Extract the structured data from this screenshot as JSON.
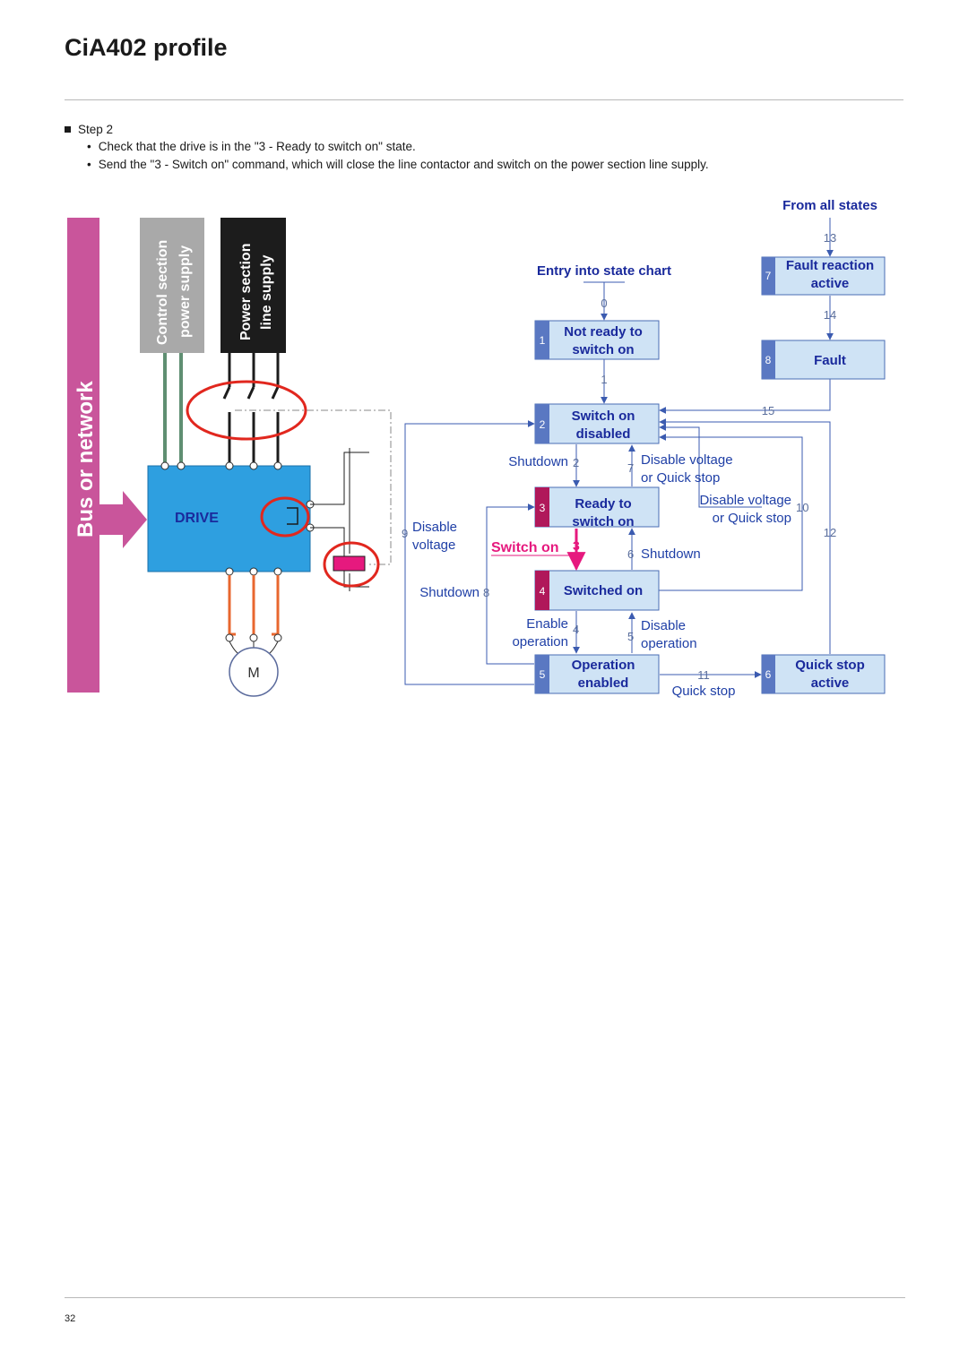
{
  "page": {
    "title": "CiA402 profile",
    "step_label": "Step 2",
    "bullets": [
      "Check that the drive is in the \"3 - Ready to switch on\" state.",
      "Send the \"3 - Switch on\" command, which will close the line contactor and switch on the power section line supply."
    ],
    "page_number": "32"
  },
  "wiring": {
    "bus_label": "Bus or network",
    "control_supply_line1": "Control section",
    "control_supply_line2": "power supply",
    "power_supply_line1": "Power section",
    "power_supply_line2": "line supply",
    "drive_label": "DRIVE",
    "motor_label": "M"
  },
  "state_chart": {
    "entry_label": "Entry into state chart",
    "from_all_states": "From all states",
    "states": [
      {
        "num": "1",
        "line1": "Not ready to",
        "line2": "switch on"
      },
      {
        "num": "2",
        "line1": "Switch on",
        "line2": "disabled"
      },
      {
        "num": "3",
        "line1": "Ready to",
        "line2": "switch on"
      },
      {
        "num": "4",
        "line1": "Switched on",
        "line2": ""
      },
      {
        "num": "5",
        "line1": "Operation",
        "line2": "enabled"
      },
      {
        "num": "6",
        "line1": "Quick stop",
        "line2": "active"
      },
      {
        "num": "7",
        "line1": "Fault reaction",
        "line2": "active"
      },
      {
        "num": "8",
        "line1": "Fault",
        "line2": ""
      }
    ],
    "transitions": {
      "t0": "0",
      "t1": "1",
      "t2": "2",
      "t3": "3",
      "t4": "4",
      "t5": "5",
      "t6": "6",
      "t7": "7",
      "t8": "8",
      "t9": "9",
      "t10": "10",
      "t11": "11",
      "t12": "12",
      "t13": "13",
      "t14": "14",
      "t15": "15"
    },
    "commands": {
      "shutdown_2": "Shutdown",
      "disable_voltage_7a": "Disable voltage",
      "disable_voltage_7b": "or Quick stop",
      "disable_voltage_10a": "Disable voltage",
      "disable_voltage_10b": "or Quick stop",
      "disable_voltage_9a": "Disable",
      "disable_voltage_9b": "voltage",
      "switch_on_3": "Switch on",
      "shutdown_6": "Shutdown",
      "shutdown_8": "Shutdown",
      "enable_4a": "Enable",
      "enable_4b": "operation",
      "disable_5a": "Disable",
      "disable_5b": "operation",
      "quick_stop_11": "Quick stop"
    }
  },
  "colors": {
    "bus_magenta": "#c9559b",
    "drive_blue": "#2e9fe0",
    "state_fill": "#cfe3f5",
    "state_border": "#4a6cb4",
    "state_num_blue": "#5a78c2",
    "state_num_magenta": "#b0185a",
    "highlight_magenta": "#e6197e",
    "wire_red": "#e1271e",
    "wire_orange": "#e8672f",
    "wire_green": "#5f8f72"
  }
}
